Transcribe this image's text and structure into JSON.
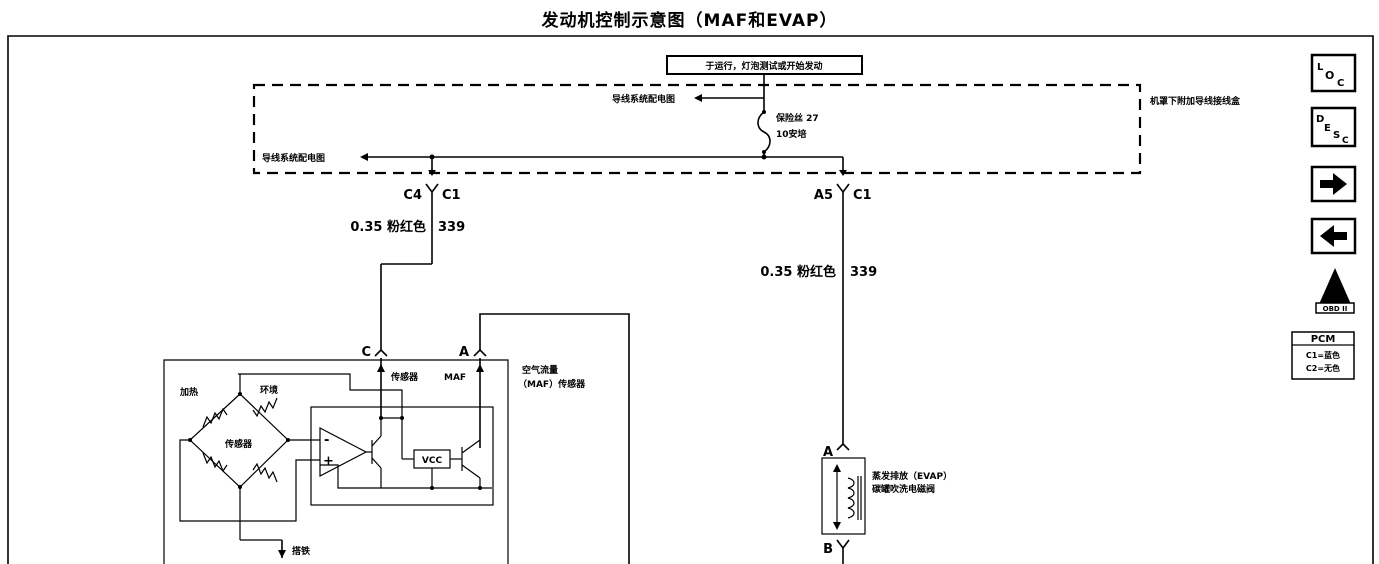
{
  "title": "发动机控制示意图（MAF和EVAP）",
  "header_box": "于运行，灯泡测试或开始发动",
  "dash_box_label": "机罩下附加导线接线盒",
  "fuse": {
    "name": "保险丝 27",
    "rating": "10安培"
  },
  "wiring_ref_upper": "导线系统配电图",
  "wiring_ref_left": "导线系统配电图",
  "connectors": {
    "left_pin": "C4",
    "left_conn": "C1",
    "right_pin": "A5",
    "right_conn": "C1",
    "maf_c": "C",
    "maf_a": "A",
    "evap_a": "A",
    "evap_b": "B"
  },
  "wire_left": {
    "spec": "0.35 粉红色",
    "circuit": "339"
  },
  "wire_right": {
    "spec": "0.35 粉红色",
    "circuit": "339"
  },
  "maf_sensor": {
    "name_line1": "空气流量",
    "name_line2": "（MAF）传感器",
    "pin_c_label": "传感器",
    "pin_a_label": "MAF",
    "heated": "加热",
    "ambient": "环境",
    "sensor": "传感器",
    "vcc": "VCC",
    "ground": "搭铁",
    "minus": "-",
    "plus": "+"
  },
  "evap": {
    "name_line1": "蒸发排放（EVAP）",
    "name_line2": "碳罐吹洗电磁阀"
  },
  "sidebar": {
    "loc": {
      "l": "L",
      "o": "O",
      "c": "C"
    },
    "desc": {
      "d": "D",
      "e": "E",
      "s": "S",
      "c": "C"
    },
    "next_icon": "arrow-right-icon",
    "prev_icon": "arrow-left-icon",
    "obd": "OBD II",
    "pcm_title": "PCM",
    "pcm_c1": "C1=蓝色",
    "pcm_c2": "C2=无色"
  }
}
